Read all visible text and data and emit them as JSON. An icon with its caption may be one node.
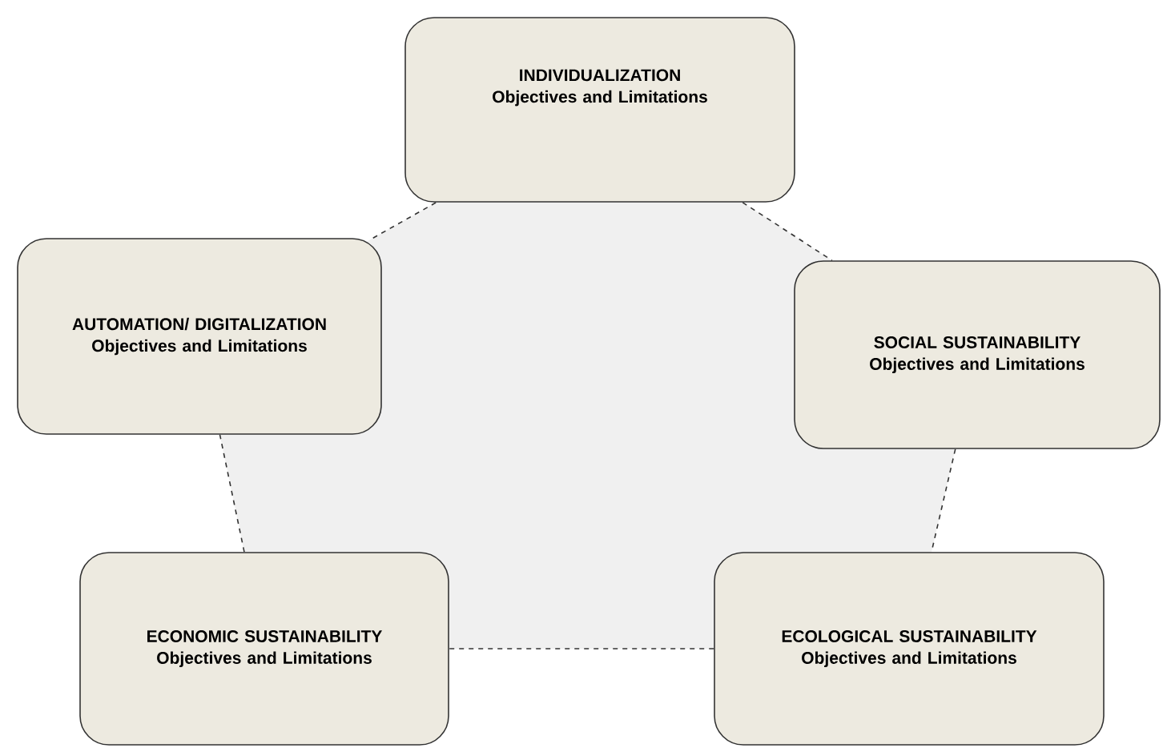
{
  "diagram": {
    "nodes": [
      {
        "text": [
          "INDIVIDUALIZATION",
          "Objectives and Limitations"
        ]
      },
      {
        "text": [
          "AUTOMATION/ DIGITALIZATION",
          "Objectives and Limitations"
        ]
      },
      {
        "text": [
          "SOCIAL SUSTAINABILITY",
          "Objectives and Limitations"
        ]
      },
      {
        "text": [
          "ECONOMIC SUSTAINABILITY",
          "Objectives and Limitations"
        ]
      },
      {
        "text": [
          "ECOLOGICAL SUSTAINABILITY",
          "Objectives and Limitations"
        ]
      }
    ],
    "edges": [
      {
        "from": 0,
        "to": 2,
        "arrow": "none",
        "style": "dashed"
      },
      {
        "from": 2,
        "to": 4,
        "arrow": "none",
        "style": "dashed"
      },
      {
        "from": 4,
        "to": 3,
        "arrow": "none",
        "style": "dashed"
      },
      {
        "from": 3,
        "to": 1,
        "arrow": "none",
        "style": "dashed"
      },
      {
        "from": 1,
        "to": 0,
        "arrow": "none",
        "style": "dashed"
      }
    ]
  }
}
